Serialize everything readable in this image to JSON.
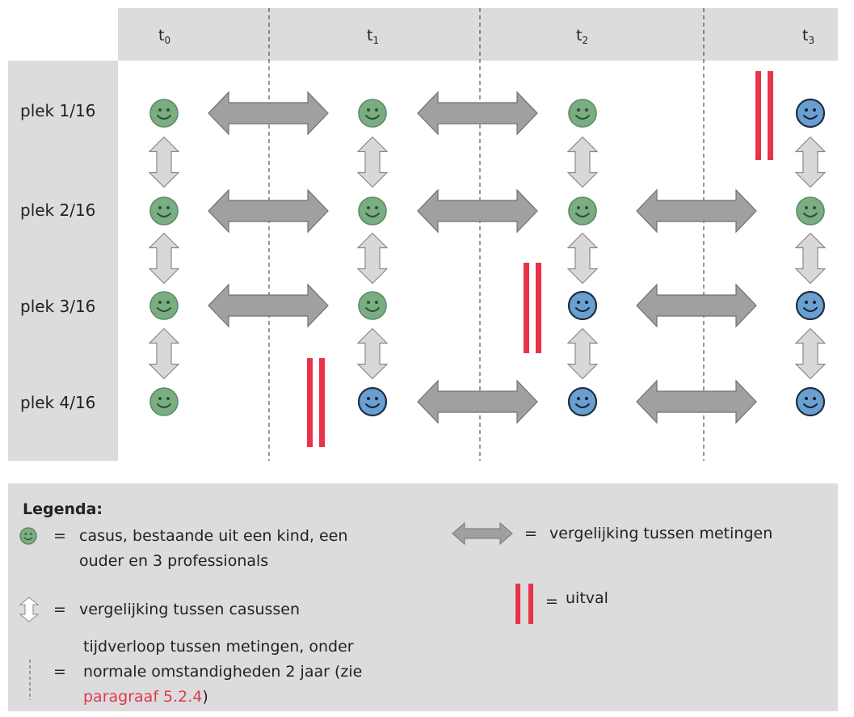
{
  "colors": {
    "panel": "#dcdcdc",
    "green_face": "#7aae82",
    "blue_face": "#6a9fd0",
    "dropout": "#e8334a",
    "h_arrow": "#a0a0a0",
    "v_arrow": "#d8d8d8",
    "link": "#e0384e"
  },
  "time_points": [
    {
      "base": "t",
      "sub": "0"
    },
    {
      "base": "t",
      "sub": "1"
    },
    {
      "base": "t",
      "sub": "2"
    },
    {
      "base": "t",
      "sub": "3"
    }
  ],
  "rows": [
    {
      "label": "plek 1/16",
      "cases": [
        "green",
        "green",
        "green",
        "blue"
      ]
    },
    {
      "label": "plek 2/16",
      "cases": [
        "green",
        "green",
        "green",
        "green"
      ]
    },
    {
      "label": "plek 3/16",
      "cases": [
        "green",
        "green",
        "blue",
        "blue"
      ]
    },
    {
      "label": "plek 4/16",
      "cases": [
        "green",
        "blue",
        "blue",
        "blue"
      ]
    }
  ],
  "comparisons_between_measurements": [
    {
      "row": 0,
      "from": 0,
      "to": 1
    },
    {
      "row": 0,
      "from": 1,
      "to": 2
    },
    {
      "row": 1,
      "from": 0,
      "to": 1
    },
    {
      "row": 1,
      "from": 1,
      "to": 2
    },
    {
      "row": 1,
      "from": 2,
      "to": 3
    },
    {
      "row": 2,
      "from": 0,
      "to": 1
    },
    {
      "row": 2,
      "from": 2,
      "to": 3
    },
    {
      "row": 3,
      "from": 1,
      "to": 2
    },
    {
      "row": 3,
      "from": 2,
      "to": 3
    }
  ],
  "comparisons_between_cases": [
    {
      "column": 0,
      "from_row": 0,
      "to_row": 1
    },
    {
      "column": 0,
      "from_row": 1,
      "to_row": 2
    },
    {
      "column": 0,
      "from_row": 2,
      "to_row": 3
    },
    {
      "column": 1,
      "from_row": 0,
      "to_row": 1
    },
    {
      "column": 1,
      "from_row": 1,
      "to_row": 2
    },
    {
      "column": 1,
      "from_row": 2,
      "to_row": 3
    },
    {
      "column": 2,
      "from_row": 0,
      "to_row": 1
    },
    {
      "column": 2,
      "from_row": 1,
      "to_row": 2
    },
    {
      "column": 2,
      "from_row": 2,
      "to_row": 3
    },
    {
      "column": 3,
      "from_row": 0,
      "to_row": 1
    },
    {
      "column": 3,
      "from_row": 1,
      "to_row": 2
    },
    {
      "column": 3,
      "from_row": 2,
      "to_row": 3
    }
  ],
  "dropouts": [
    {
      "row": 0,
      "between": [
        2,
        3
      ]
    },
    {
      "row": 2,
      "between": [
        1,
        2
      ]
    },
    {
      "row": 3,
      "between": [
        0,
        1
      ]
    }
  ],
  "legend": {
    "title": "Legenda:",
    "eq": "=",
    "case_line1": "casus, bestaande uit een kind, een",
    "case_line2": "ouder en 3 professionals",
    "between_measurements": "vergelijking tussen metingen",
    "between_cases": "vergelijking tussen casussen",
    "dropout": "uitval",
    "time_line1": "tijdverloop tussen metingen, onder",
    "time_line2": "normale omstandigheden 2 jaar (zie",
    "time_link": "paragraaf 5.2.4",
    "time_close": ")"
  }
}
